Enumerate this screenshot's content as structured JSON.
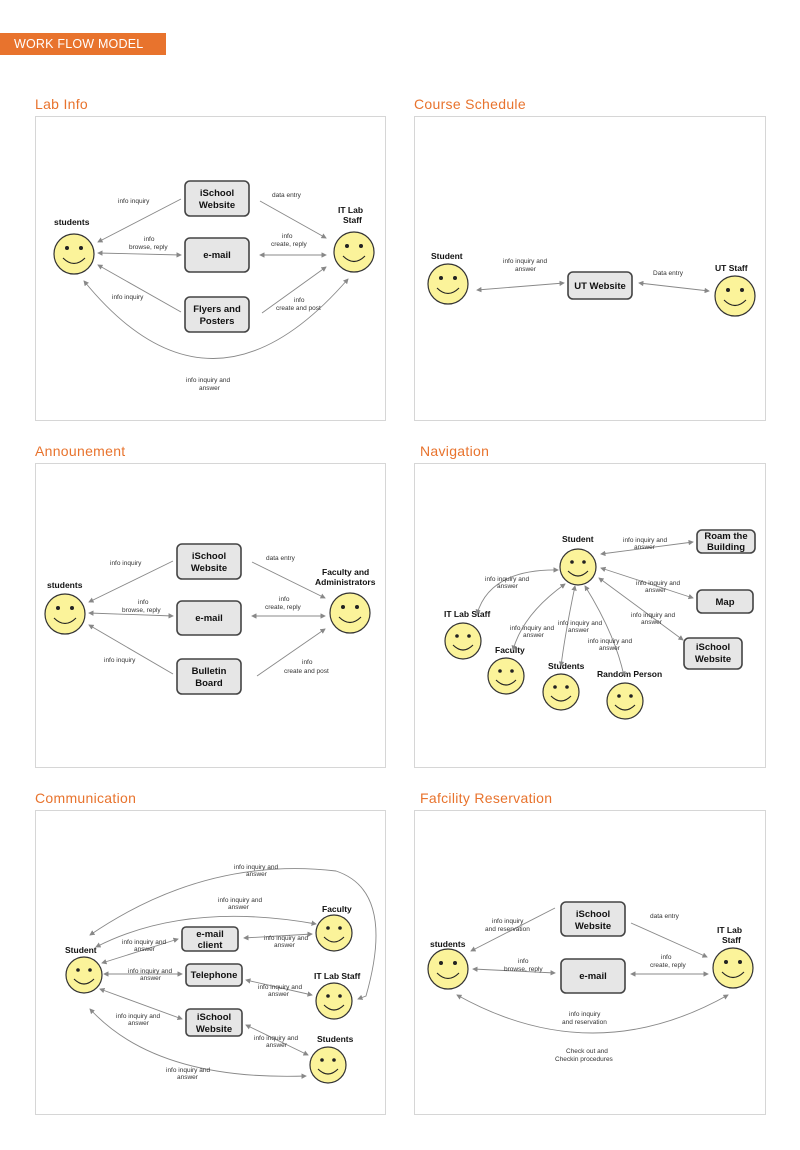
{
  "header": {
    "title": "WORK FLOW MODEL"
  },
  "panels": {
    "lab_info": {
      "title": "Lab Info",
      "roles": {
        "students": "students",
        "it_lab_1": "IT Lab",
        "it_lab_2": "Staff"
      },
      "boxes": {
        "website_1": "iSchool",
        "website_2": "Website",
        "email": "e-mail",
        "flyers_1": "Flyers and",
        "flyers_2": "Posters"
      },
      "labels": {
        "info_inquiry_top": "info inquiry",
        "data_entry": "data entry",
        "info_browse_1": "info",
        "info_browse_2": "browse, reply",
        "info_create_1": "info",
        "info_create_2": "create, reply",
        "info_inquiry_bottom": "info inquiry",
        "info_post_1": "info",
        "info_post_2": "create and post",
        "answer_1": "info inquiry and",
        "answer_2": "answer"
      }
    },
    "course_schedule": {
      "title": "Course Schedule",
      "roles": {
        "student": "Student",
        "ut_staff": "UT Staff"
      },
      "boxes": {
        "ut_website": "UT Website"
      },
      "labels": {
        "inq_1": "info inquiry and",
        "inq_2": "answer",
        "data_entry": "Data entry"
      }
    },
    "announcement": {
      "title": "Announement",
      "roles": {
        "students": "students",
        "faculty_1": "Faculty and",
        "faculty_2": "Administrators"
      },
      "boxes": {
        "website_1": "iSchool",
        "website_2": "Website",
        "email": "e-mail",
        "bulletin_1": "Bulletin",
        "bulletin_2": "Board"
      },
      "labels": {
        "info_inquiry_top": "info inquiry",
        "data_entry": "data entry",
        "info_browse_1": "info",
        "info_browse_2": "browse, reply",
        "info_create_1": "info",
        "info_create_2": "create, reply",
        "info_inquiry_bottom": "info inquiry",
        "info_post_1": "info",
        "info_post_2": "create and post"
      }
    },
    "navigation": {
      "title": "Navigation",
      "roles": {
        "student": "Student",
        "it_lab": "IT Lab Staff",
        "faculty": "Faculty",
        "students": "Students",
        "random": "Random Person"
      },
      "boxes": {
        "roam_1": "Roam the",
        "roam_2": "Building",
        "map": "Map",
        "website_1": "iSchool",
        "website_2": "Website"
      },
      "labels": {
        "l1a": "info inquiry and",
        "l1b": "answer",
        "l2a": "info inquiry and",
        "l2b": "answer",
        "l3a": "info inquiry and",
        "l3b": "answer",
        "l4a": "info inquiry and",
        "l4b": "answer",
        "l5a": "info inquiry and",
        "l5b": "answer",
        "l6a": "info inquiry and",
        "l6b": "answer",
        "l7a": "info inquiry and",
        "l7b": "answer"
      }
    },
    "communication": {
      "title": "Communication",
      "roles": {
        "student": "Student",
        "faculty": "Faculty",
        "it_lab": "IT Lab Staff",
        "students": "Students"
      },
      "boxes": {
        "email_1": "e-mail",
        "email_2": "client",
        "telephone": "Telephone",
        "website_1": "iSchool",
        "website_2": "Website"
      },
      "labels": {
        "c1a": "info inquiry and",
        "c1b": "answer",
        "c2a": "info inquiry and",
        "c2b": "answer",
        "c3a": "info inquiry and",
        "c3b": "answer",
        "c4a": "info inquiry and",
        "c4b": "answer",
        "c5a": "info inquiry and",
        "c5b": "answer",
        "c6a": "info inquiry and",
        "c6b": "answer",
        "c7a": "info inquiry and",
        "c7b": "answer",
        "c8a": "info inquiry and",
        "c8b": "answer",
        "c9a": "info inquiry and",
        "c9b": "answer"
      }
    },
    "facility": {
      "title": "Fafcility Reservation",
      "roles": {
        "students": "students",
        "it_lab_1": "IT Lab",
        "it_lab_2": "Staff"
      },
      "boxes": {
        "website_1": "iSchool",
        "website_2": "Website",
        "email": "e-mail"
      },
      "labels": {
        "res_1": "info inquiry",
        "res_2": "and reservation",
        "data_entry": "data entry",
        "info_browse_1": "info",
        "info_browse_2": "browse, reply",
        "info_create_1": "info",
        "info_create_2": "create, reply",
        "res_bottom_1": "info inquiry",
        "res_bottom_2": "and reservation",
        "checkout_1": "Check out and",
        "checkout_2": "Checkin procedures"
      }
    }
  },
  "colors": {
    "accent": "#e8732d",
    "face": "#fbf39a",
    "box": "#e6e6e6"
  }
}
